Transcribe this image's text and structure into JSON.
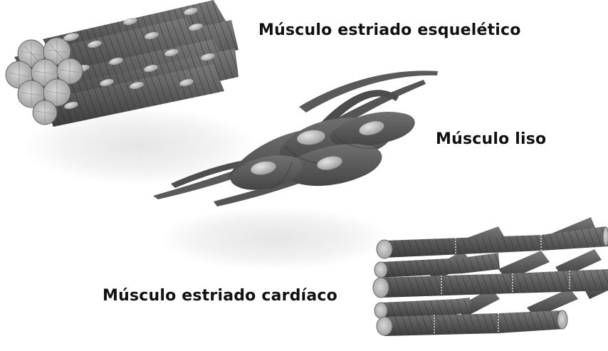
{
  "labels": {
    "skeletal": "Músculo estriado esquelético",
    "smooth": "Músculo liso",
    "cardiac": "Músculo estriado cardíaco"
  },
  "colors": {
    "fiber_dark": "#505050",
    "fiber_mid": "#6a6a6a",
    "fiber_light": "#8a8a8a",
    "nucleus": "#bdbdbd",
    "text": "#111111"
  }
}
